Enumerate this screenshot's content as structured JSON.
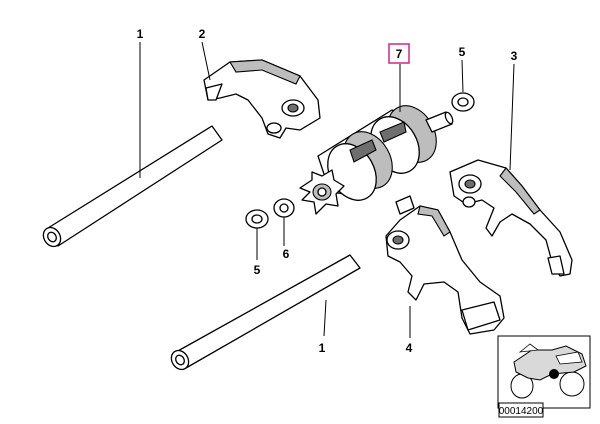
{
  "callouts": [
    {
      "id": "c1a",
      "label": "1"
    },
    {
      "id": "c2",
      "label": "2"
    },
    {
      "id": "c7",
      "label": "7"
    },
    {
      "id": "c5a",
      "label": "5"
    },
    {
      "id": "c3",
      "label": "3"
    },
    {
      "id": "c5b",
      "label": "5"
    },
    {
      "id": "c6",
      "label": "6"
    },
    {
      "id": "c1b",
      "label": "1"
    },
    {
      "id": "c4",
      "label": "4"
    }
  ],
  "highlight_label": "7",
  "thumbnail": {
    "id_text": "00014200",
    "icon": "motorcycle-icon",
    "marker_icon": "location-dot-icon"
  },
  "colors": {
    "highlight": "#d6338a",
    "line": "#000000",
    "background": "#ffffff"
  }
}
